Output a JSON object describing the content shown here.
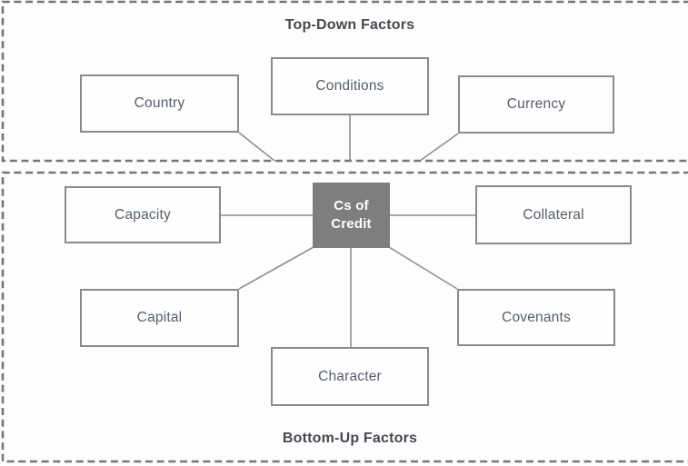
{
  "titles": {
    "top": "Top-Down Factors",
    "bottom": "Bottom-Up Factors"
  },
  "center_node": {
    "label": "Cs of Credit",
    "line1": "Cs of",
    "line2": "Credit"
  },
  "top_nodes": [
    {
      "label": "Country"
    },
    {
      "label": "Conditions"
    },
    {
      "label": "Currency"
    }
  ],
  "bottom_nodes": [
    {
      "label": "Capacity"
    },
    {
      "label": "Collateral"
    },
    {
      "label": "Capital"
    },
    {
      "label": "Covenants"
    },
    {
      "label": "Character"
    }
  ],
  "colors": {
    "box_border": "#8a8a8a",
    "box_background": "#fefefe",
    "label_text": "#565d6a",
    "title_text": "#45494f",
    "center_fill": "#7e7e7e",
    "center_text": "#ffffff",
    "connector_line": "#8f8f8f",
    "dashed_border": "#767676",
    "page_background": "#fdfdfd"
  }
}
